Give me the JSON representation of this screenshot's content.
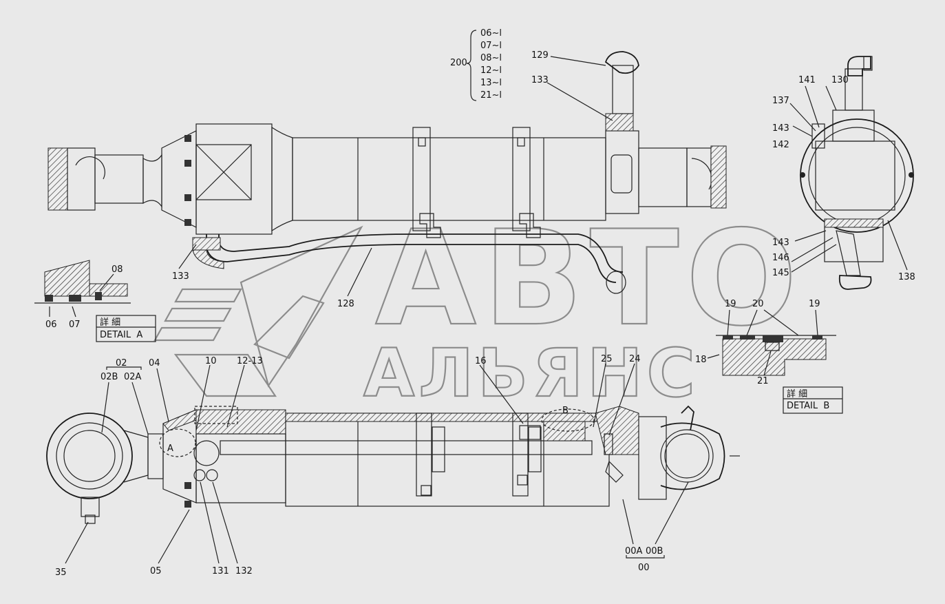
{
  "callouts": {
    "c129": "129",
    "c133a": "133",
    "c133b": "133",
    "c128": "128",
    "c141": "141",
    "c130": "130",
    "c137": "137",
    "c143a": "143",
    "c142": "142",
    "c143b": "143",
    "c146": "146",
    "c145": "145",
    "c138": "138",
    "c08": "08",
    "c06": "06",
    "c07": "07",
    "c02": "02",
    "c02b": "02B",
    "c02a": "02A",
    "c04": "04",
    "c10": "10",
    "c12_13": "12-13",
    "c16": "16",
    "c25": "25",
    "c24": "24",
    "c35": "35",
    "c05": "05",
    "c131": "131",
    "c132": "132",
    "c00a": "00A",
    "c00b": "00B",
    "c00": "00",
    "c19a": "19",
    "c20": "20",
    "c19b": "19",
    "c18": "18",
    "c21": "21",
    "markA": "A",
    "markB": "B"
  },
  "serial_group": {
    "label": "200",
    "items": [
      "06~l",
      "07~l",
      "08~l",
      "12~l",
      "13~l",
      "21~l"
    ]
  },
  "detail_a": {
    "kanji": "詳 細",
    "label": "DETAIL  A"
  },
  "detail_b": {
    "kanji": "詳 細",
    "label": "DETAIL  B"
  },
  "watermark": {
    "line1": "АВТО",
    "line2": "АЛЬЯНС"
  },
  "colors": {
    "background": "#e9e9e9",
    "line": "#222222",
    "watermark": "#8c8c8c"
  }
}
